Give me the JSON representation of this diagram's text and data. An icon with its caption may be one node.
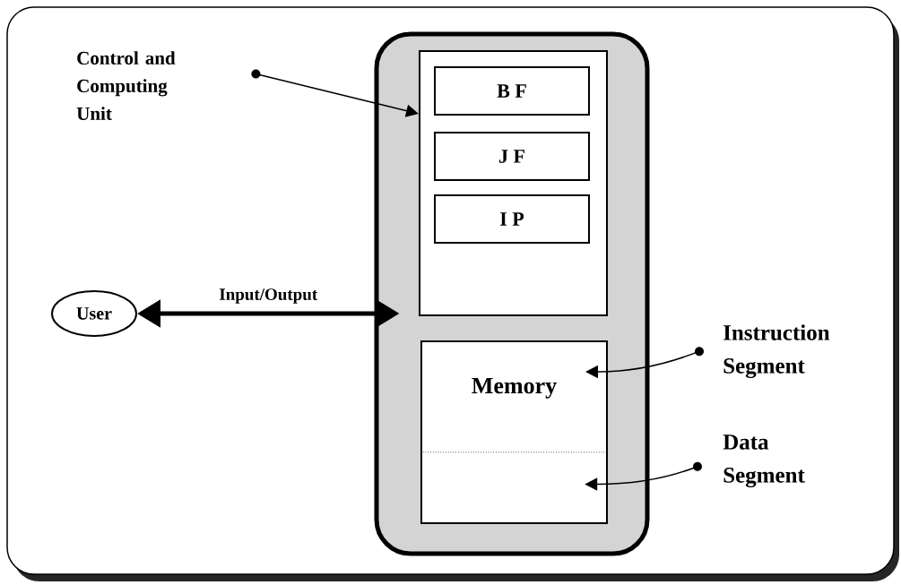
{
  "diagram": {
    "nodes": [
      {
        "text": [
          "Control and Computing Unit"
        ]
      },
      {
        "text": [],
        "shape": "box"
      },
      {
        "text": [],
        "shape": "box",
        "in": 1
      },
      {
        "text": [
          "B F"
        ],
        "in": 2
      },
      {
        "text": [
          "J F"
        ],
        "in": 2
      },
      {
        "text": [
          "I P"
        ],
        "in": 2
      },
      {
        "text": [
          "User"
        ]
      },
      {
        "text": [
          "Memory"
        ],
        "in": 1
      },
      {
        "text": [],
        "shape": "box",
        "in": 7
      },
      {
        "text": [
          "Instruction Segment"
        ]
      },
      {
        "text": [
          "Data Segment"
        ]
      }
    ],
    "edges": [
      {
        "from": 0,
        "to": 2,
        "arrow": "to"
      },
      {
        "from": 6,
        "to": 1,
        "arrow": "both",
        "label": "Input/Output",
        "style": "thick"
      },
      {
        "from": 9,
        "to": 7,
        "arrow": "to"
      },
      {
        "from": 10,
        "to": 8,
        "arrow": "to"
      }
    ]
  }
}
